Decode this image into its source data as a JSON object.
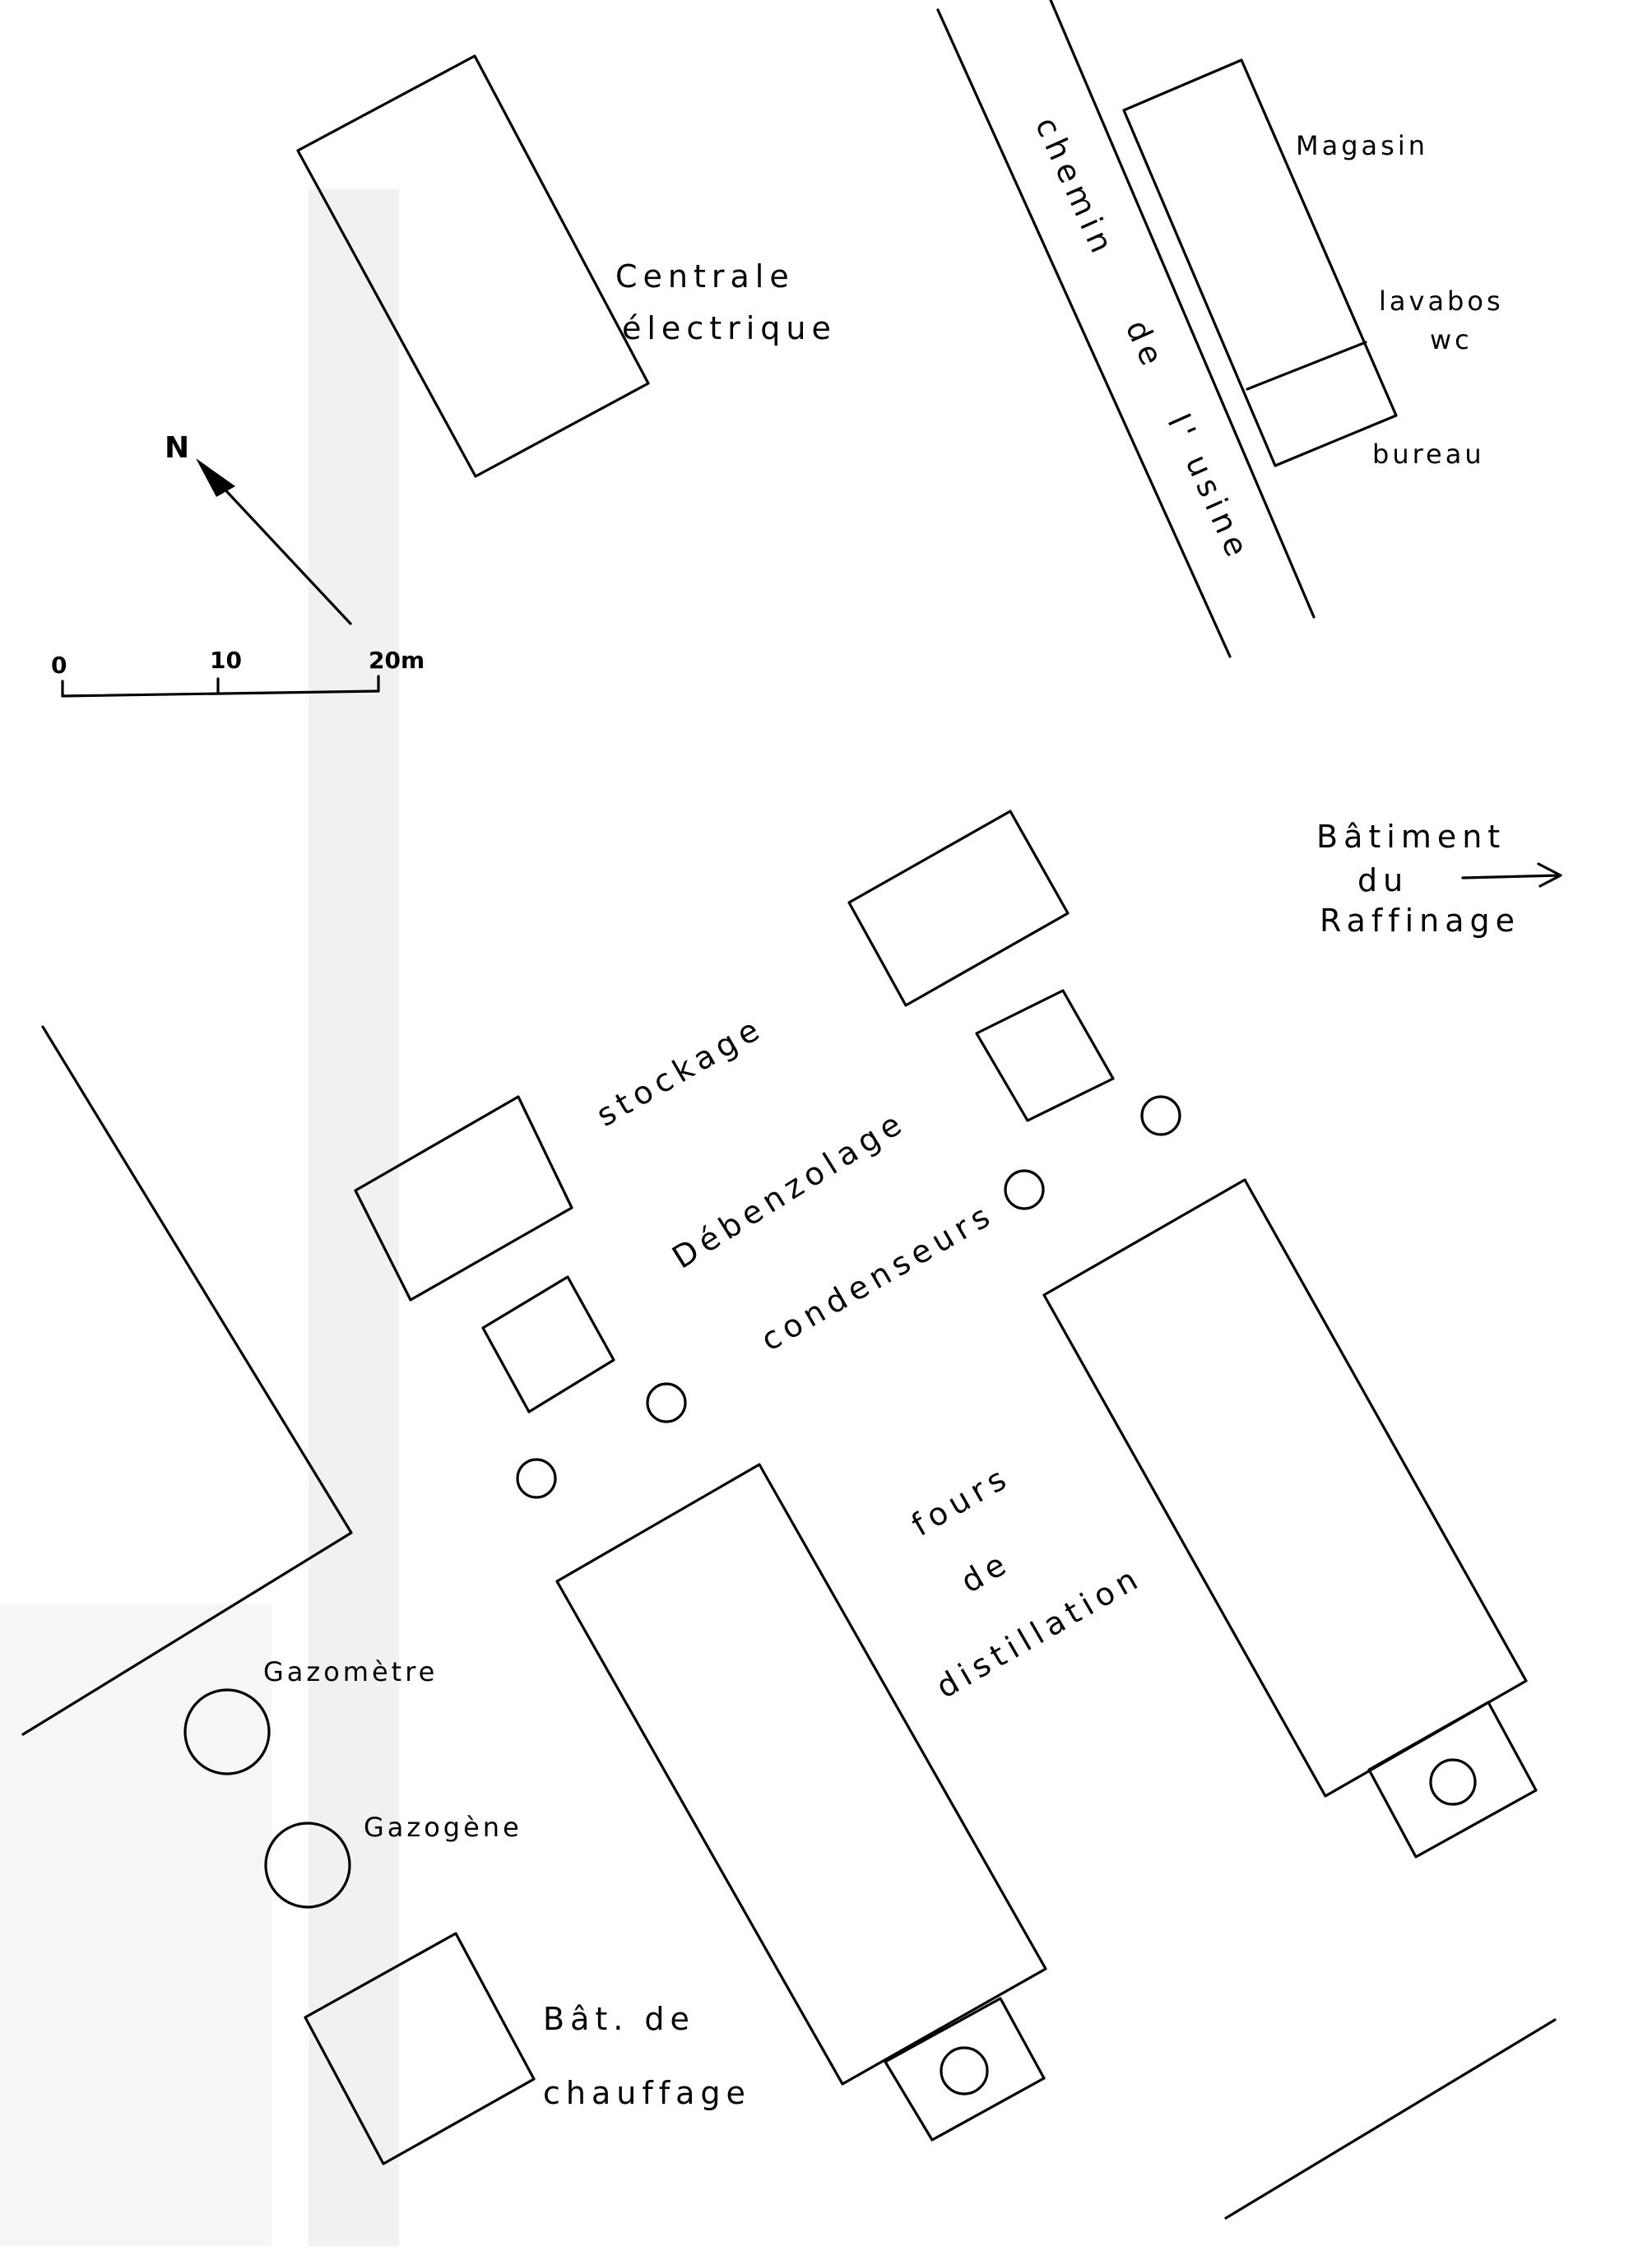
{
  "map": {
    "buildings": {
      "centrale": "Centrale",
      "electrique": "électrique",
      "magasin": "Magasin",
      "lavabos": "lavabos",
      "wc": "wc",
      "bureau": "bureau",
      "road_line1": "chemin",
      "road_line2": "de",
      "road_line3": "l' usine",
      "batiment": "Bâtiment",
      "du": "du",
      "raffinage": "Raffinage",
      "stockage": "stockage",
      "debenzolage": "Débenzolage",
      "condenseurs": "condenseurs",
      "fours": "fours",
      "de": "de",
      "distillation": "distillation",
      "gazometre": "Gazomètre",
      "gazogene": "Gazogène",
      "bat_de": "Bât. de",
      "chauffage": "chauffage"
    },
    "north_label": "N",
    "scale": {
      "label_0": "0",
      "label_10": "10",
      "label_20": "20m"
    },
    "colors": {
      "ink": "#000000",
      "paper": "#ffffff",
      "shade": "#e6e6e6"
    }
  }
}
